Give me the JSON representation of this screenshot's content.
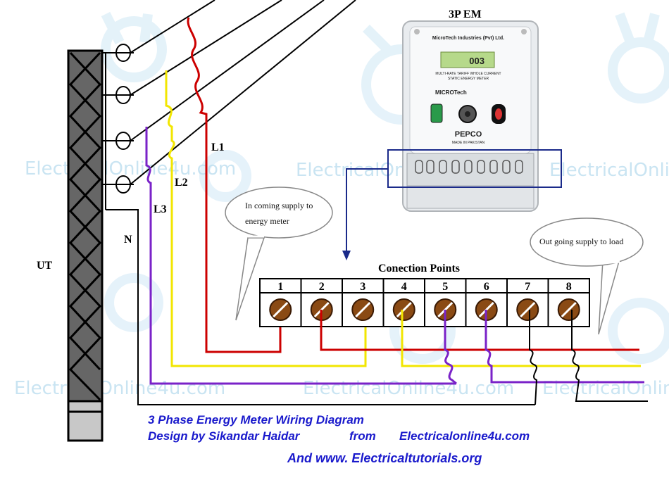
{
  "watermark": {
    "text": "ElectricalOnline4u.com"
  },
  "labels": {
    "meter_title": "3P EM",
    "utility": "UT",
    "neutral": "N",
    "l1": "L1",
    "l2": "L2",
    "l3": "L3",
    "connection_points": "Conection Points"
  },
  "bubbles": {
    "incoming": [
      "In coming supply to",
      "energy meter"
    ],
    "outgoing": "Out going supply to load"
  },
  "meter": {
    "company": "MicroTech Industries (Pvt) Ltd.",
    "display_value": "003",
    "subtitle_1": "MULTI-RATE TARIFF WHOLE CURRENT",
    "subtitle_2": "STATIC ENERGY METER",
    "brand": "PEPCO",
    "made_in": "MADE IN PAKISTAN",
    "logo": "MICROTech"
  },
  "terminals": [
    "1",
    "2",
    "3",
    "4",
    "5",
    "6",
    "7",
    "8"
  ],
  "footer": {
    "line1": "3 Phase Energy Meter Wiring Diagram",
    "line2_a": "Design by Sikandar Haidar",
    "line2_b": "from",
    "line2_c": "Electricalonline4u.com",
    "line3": "And www. Electricaltutorials.org"
  },
  "colors": {
    "l1": "#cc0000",
    "l2": "#f2e600",
    "l3": "#7a22c8",
    "neutral": "#000000",
    "watermark": "#b8dcee",
    "footer": "#1a1acc",
    "highlight_box": "#1a2a8a"
  }
}
